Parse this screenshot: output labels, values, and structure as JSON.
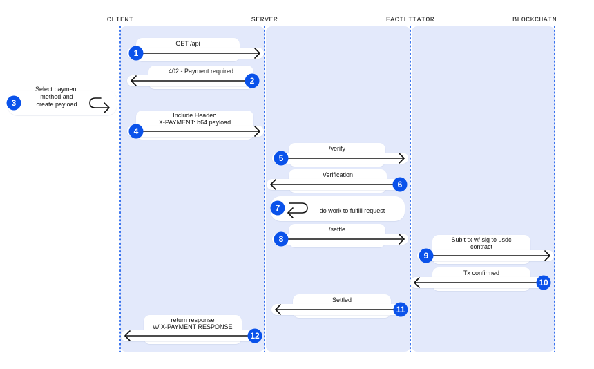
{
  "lanes": [
    "CLIENT",
    "SERVER",
    "FACILITATOR",
    "BLOCKCHAIN"
  ],
  "colors": {
    "lane_bg": "#e3e9fb",
    "accent": "#0a52ea",
    "arrow": "#111111",
    "label_bg": "#ffffff"
  },
  "steps": [
    {
      "num": "1",
      "lines": [
        "GET /api"
      ]
    },
    {
      "num": "2",
      "lines": [
        "402 - Payment required"
      ]
    },
    {
      "num": "3",
      "lines": [
        "Select payment",
        "method and",
        "create payload"
      ]
    },
    {
      "num": "4",
      "lines": [
        "Include Header:",
        "X-PAYMENT: b64 payload"
      ]
    },
    {
      "num": "5",
      "lines": [
        "/verify"
      ]
    },
    {
      "num": "6",
      "lines": [
        "Verification"
      ]
    },
    {
      "num": "7",
      "lines": [
        "do work to fulfill request"
      ]
    },
    {
      "num": "8",
      "lines": [
        "/settle"
      ]
    },
    {
      "num": "9",
      "lines": [
        "Subit tx w/ sig to usdc",
        "contract"
      ]
    },
    {
      "num": "10",
      "lines": [
        "Tx confirmed"
      ]
    },
    {
      "num": "11",
      "lines": [
        "Settled"
      ]
    },
    {
      "num": "12",
      "lines": [
        "return response",
        "w/ X-PAYMENT RESPONSE"
      ]
    }
  ]
}
